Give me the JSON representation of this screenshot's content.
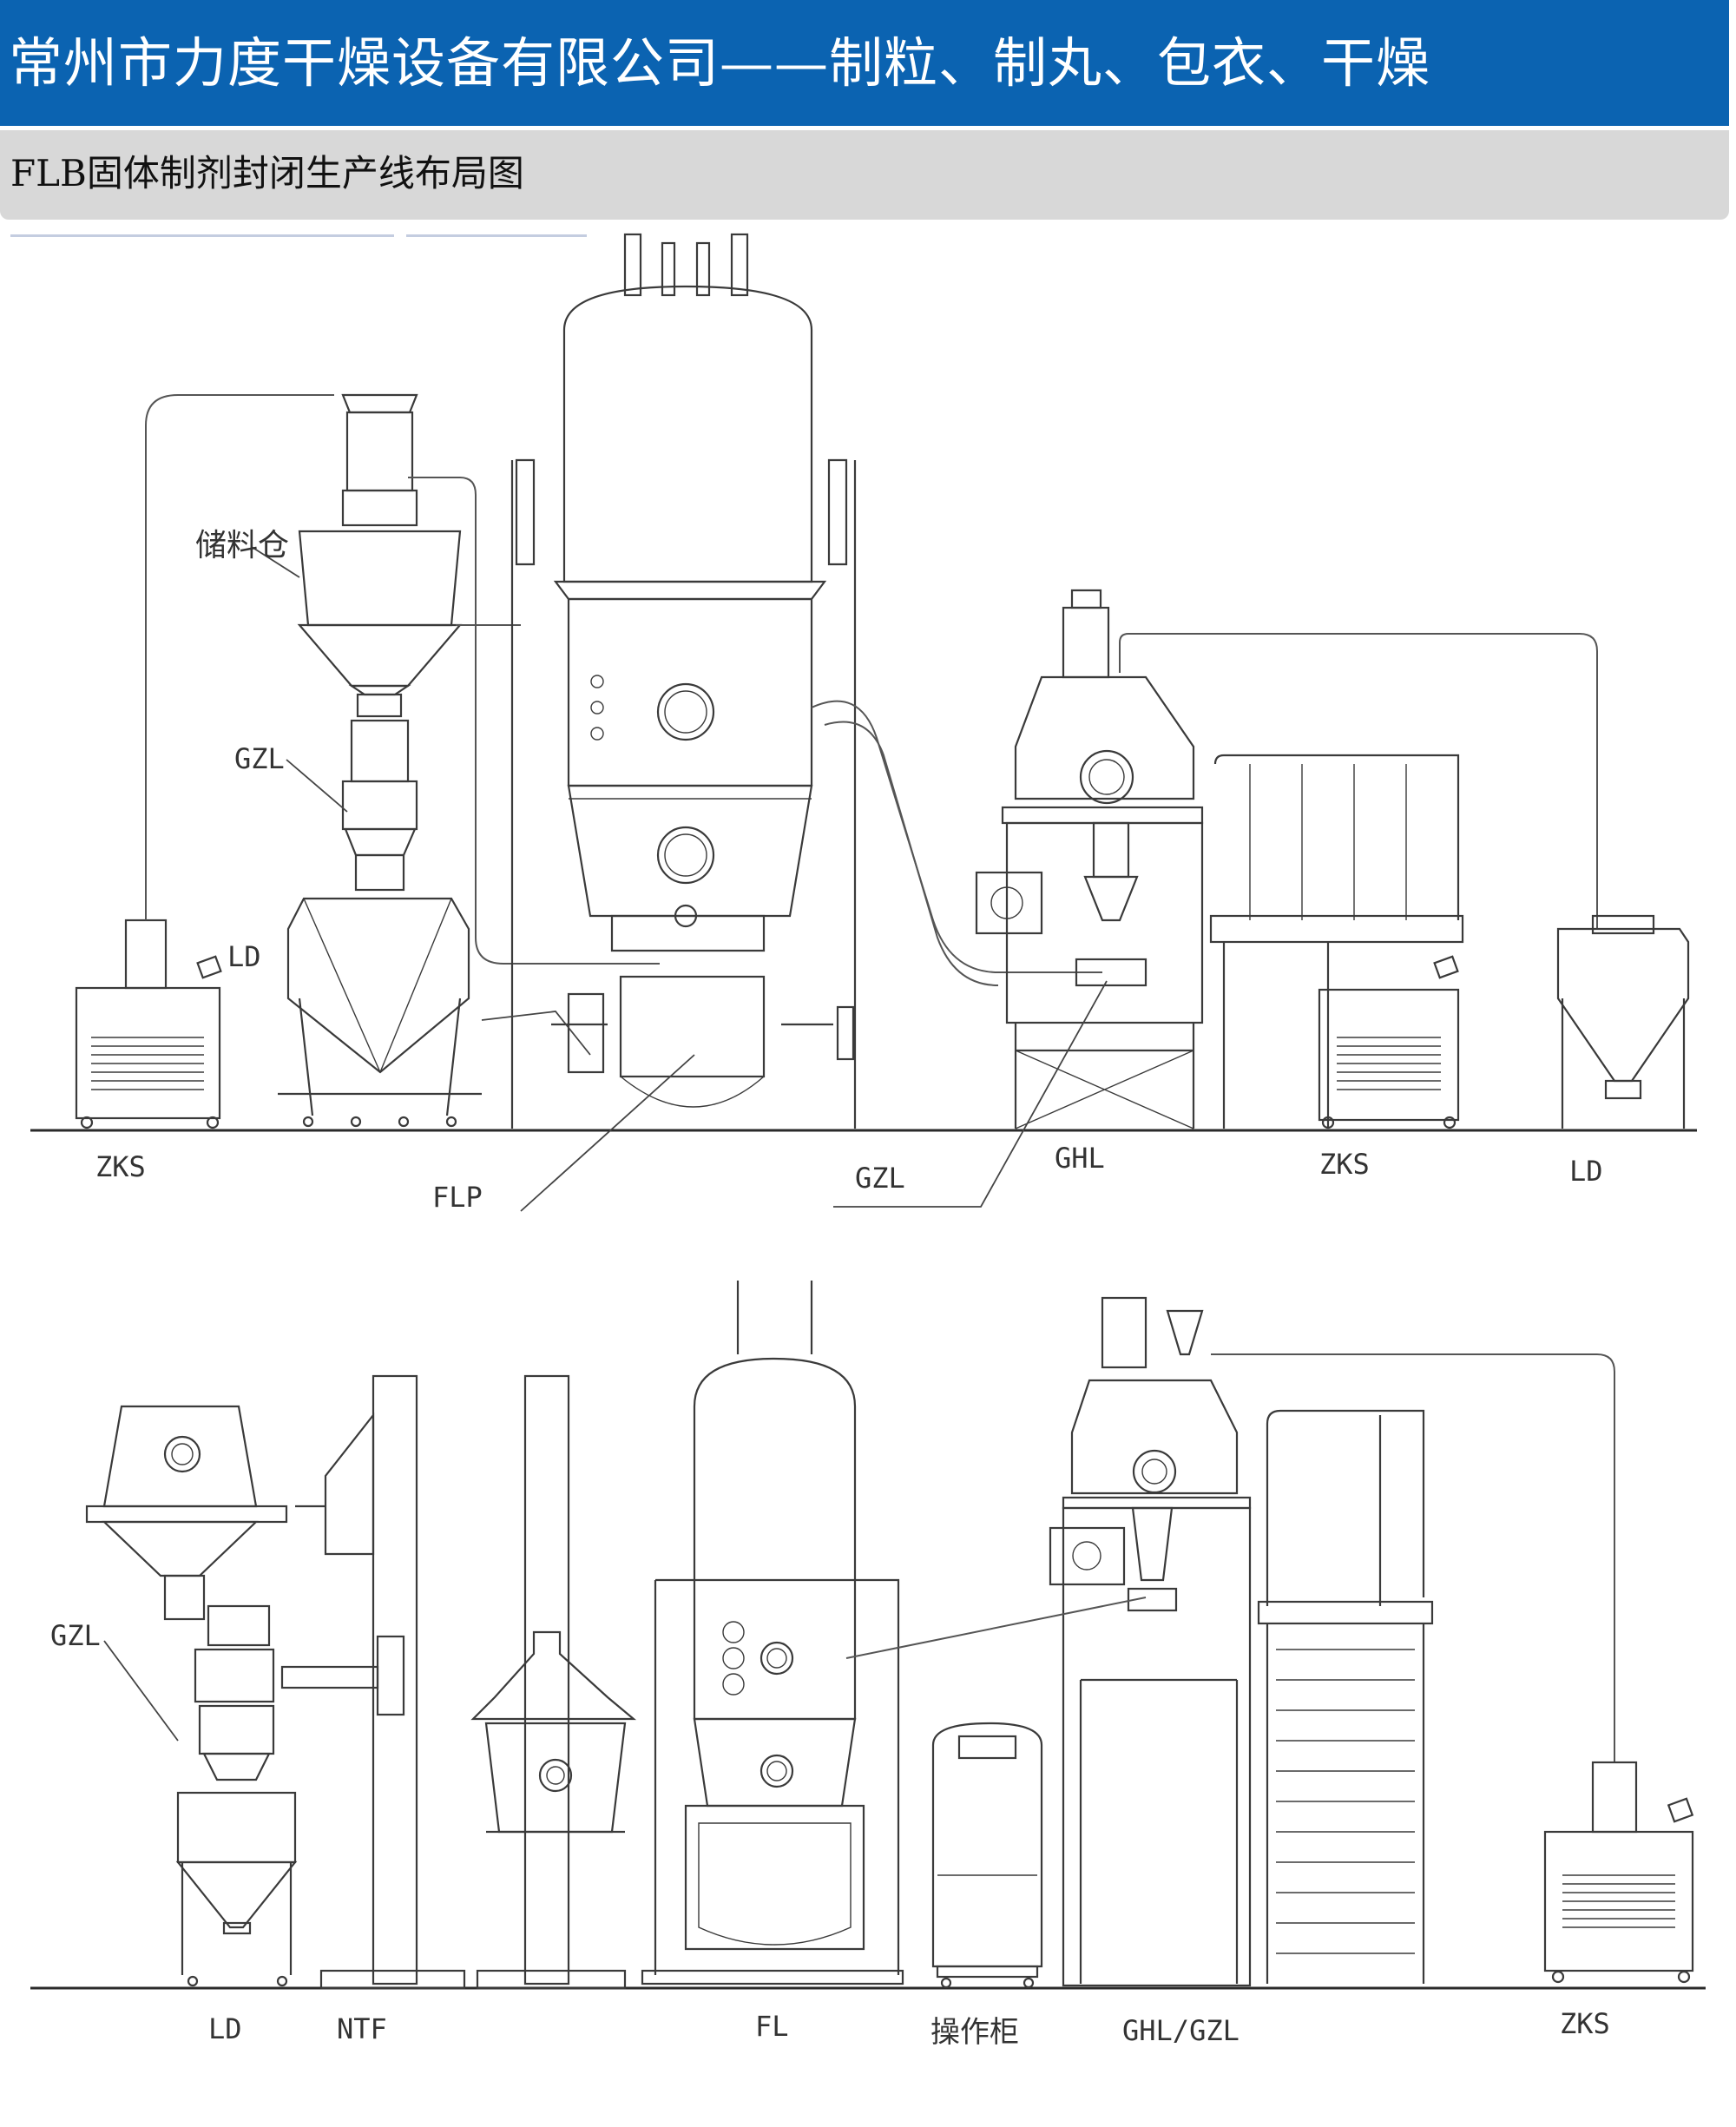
{
  "header": {
    "title": "常州市力度干燥设备有限公司——制粒、制丸、包衣、干燥",
    "background": "#0b63b1"
  },
  "subheader": {
    "title": "FLB固体制剂封闭生产线布局图"
  },
  "diagram_top": {
    "labels": {
      "storage_bin": "储料仓",
      "gzl_left": "GZL",
      "ld_left": "LD",
      "zks_left": "ZKS",
      "flp": "FLP",
      "gzl_mid": "GZL",
      "ghl": "GHL",
      "zks_right": "ZKS",
      "ld_right": "LD"
    }
  },
  "diagram_bottom": {
    "labels": {
      "gzl": "GZL",
      "ld": "LD",
      "ntf": "NTF",
      "fl": "FL",
      "control_cabinet": "操作柜",
      "ghl_gzl": "GHL/GZL",
      "zks": "ZKS"
    }
  }
}
